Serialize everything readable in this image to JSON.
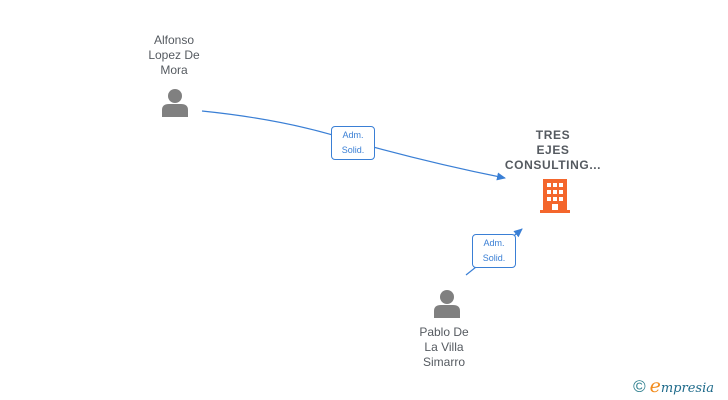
{
  "nodes": {
    "person_1": {
      "label_lines": [
        "Alfonso",
        "Lopez De",
        "Mora"
      ]
    },
    "person_2": {
      "label_lines": [
        "Pablo De",
        "La Villa",
        "Simarro"
      ]
    },
    "company": {
      "label_lines": [
        "TRES",
        "EJES",
        "CONSULTING..."
      ]
    }
  },
  "edges": [
    {
      "from": "person_1",
      "to": "company",
      "label_lines": [
        "Adm.",
        "Solid."
      ]
    },
    {
      "from": "person_2",
      "to": "company",
      "label_lines": [
        "Adm.",
        "Solid."
      ]
    }
  ],
  "colors": {
    "person_icon": "#808080",
    "company_icon": "#f4662c",
    "edge": "#3a7fd5"
  },
  "footer": {
    "copyright_symbol": "©",
    "brand_initial": "e",
    "brand_rest": "mpresia"
  }
}
